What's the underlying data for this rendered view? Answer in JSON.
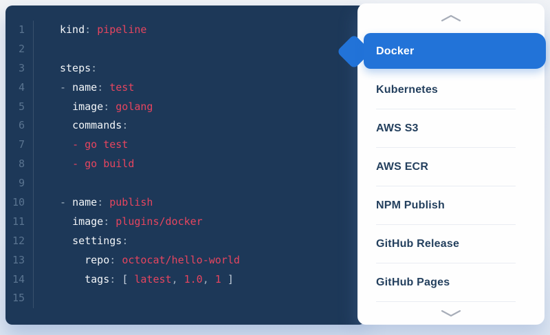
{
  "colors": {
    "accent_blue": "#2273d8",
    "editor_background": "#1d3858",
    "yaml_value_red": "#e6455f",
    "sidebar_text_navy": "#24405e"
  },
  "icons": {
    "scroll_up": "chevron-up-icon",
    "scroll_down": "chevron-down-icon"
  },
  "editor": {
    "lines": [
      {
        "num": "1",
        "tokens": [
          {
            "t": "kind",
            "y": "key"
          },
          {
            "t": ": ",
            "y": "punct"
          },
          {
            "t": "pipeline",
            "y": "val"
          }
        ]
      },
      {
        "num": "2",
        "tokens": []
      },
      {
        "num": "3",
        "tokens": [
          {
            "t": "steps",
            "y": "key"
          },
          {
            "t": ":",
            "y": "punct"
          }
        ]
      },
      {
        "num": "4",
        "tokens": [
          {
            "t": "- ",
            "y": "punct"
          },
          {
            "t": "name",
            "y": "key"
          },
          {
            "t": ": ",
            "y": "punct"
          },
          {
            "t": "test",
            "y": "val"
          }
        ]
      },
      {
        "num": "5",
        "tokens": [
          {
            "t": "  ",
            "y": "sp"
          },
          {
            "t": "image",
            "y": "key"
          },
          {
            "t": ": ",
            "y": "punct"
          },
          {
            "t": "golang",
            "y": "val"
          }
        ]
      },
      {
        "num": "6",
        "tokens": [
          {
            "t": "  ",
            "y": "sp"
          },
          {
            "t": "commands",
            "y": "key"
          },
          {
            "t": ":",
            "y": "punct"
          }
        ]
      },
      {
        "num": "7",
        "tokens": [
          {
            "t": "  ",
            "y": "sp"
          },
          {
            "t": "- go test",
            "y": "val"
          }
        ]
      },
      {
        "num": "8",
        "tokens": [
          {
            "t": "  ",
            "y": "sp"
          },
          {
            "t": "- go build",
            "y": "val"
          }
        ]
      },
      {
        "num": "9",
        "tokens": []
      },
      {
        "num": "10",
        "tokens": [
          {
            "t": "- ",
            "y": "punct"
          },
          {
            "t": "name",
            "y": "key"
          },
          {
            "t": ": ",
            "y": "punct"
          },
          {
            "t": "publish",
            "y": "val"
          }
        ]
      },
      {
        "num": "11",
        "tokens": [
          {
            "t": "  ",
            "y": "sp"
          },
          {
            "t": "image",
            "y": "key"
          },
          {
            "t": ": ",
            "y": "punct"
          },
          {
            "t": "plugins/docker",
            "y": "val"
          }
        ]
      },
      {
        "num": "12",
        "tokens": [
          {
            "t": "  ",
            "y": "sp"
          },
          {
            "t": "settings",
            "y": "key"
          },
          {
            "t": ":",
            "y": "punct"
          }
        ]
      },
      {
        "num": "13",
        "tokens": [
          {
            "t": "    ",
            "y": "sp"
          },
          {
            "t": "repo",
            "y": "key"
          },
          {
            "t": ": ",
            "y": "punct"
          },
          {
            "t": "octocat/hello-world",
            "y": "val"
          }
        ]
      },
      {
        "num": "14",
        "tokens": [
          {
            "t": "    ",
            "y": "sp"
          },
          {
            "t": "tags",
            "y": "key"
          },
          {
            "t": ": ",
            "y": "punct"
          },
          {
            "t": "[ ",
            "y": "br"
          },
          {
            "t": "latest",
            "y": "val"
          },
          {
            "t": ", ",
            "y": "punct"
          },
          {
            "t": "1.0",
            "y": "val"
          },
          {
            "t": ", ",
            "y": "punct"
          },
          {
            "t": "1",
            "y": "val"
          },
          {
            "t": " ]",
            "y": "br"
          }
        ]
      },
      {
        "num": "15",
        "tokens": []
      }
    ]
  },
  "sidebar": {
    "items": [
      {
        "label": "Docker",
        "selected": true
      },
      {
        "label": "Kubernetes",
        "selected": false
      },
      {
        "label": "AWS S3",
        "selected": false
      },
      {
        "label": "AWS ECR",
        "selected": false
      },
      {
        "label": "NPM Publish",
        "selected": false
      },
      {
        "label": "GitHub Release",
        "selected": false
      },
      {
        "label": "GitHub Pages",
        "selected": false
      }
    ]
  }
}
